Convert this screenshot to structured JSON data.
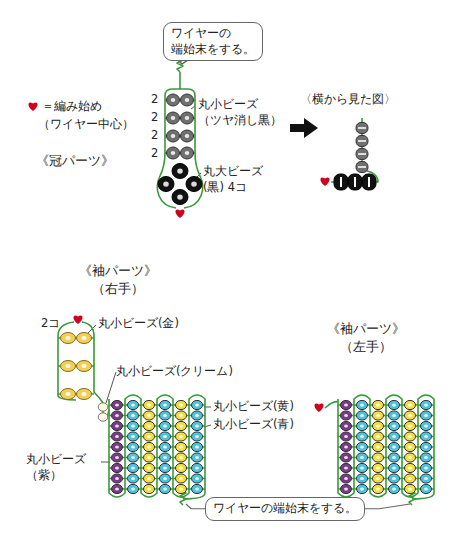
{
  "diagram": {
    "nodes": [
      {
        "text": [
          "ワイヤーの 端始末をする。"
        ]
      },
      {
        "text": [
          "ワイヤーの端始末をする。"
        ]
      }
    ],
    "labels": [
      "＝編み始め",
      "（ワイヤー中心）",
      "《冠パーツ》",
      "2",
      "2",
      "2",
      "2",
      "丸小ビーズ （ツヤ消し黒）",
      "丸大ビーズ(黒) 4コ",
      "〈横から見た図〉",
      "《袖パーツ》 （右手）",
      "2コ",
      "丸小ビーズ(金)",
      "丸小ビーズ(クリーム)",
      "丸小ビーズ(黄)",
      "丸小ビーズ(青)",
      "丸小ビーズ （紫）",
      "《袖パーツ》 （左手）"
    ]
  }
}
